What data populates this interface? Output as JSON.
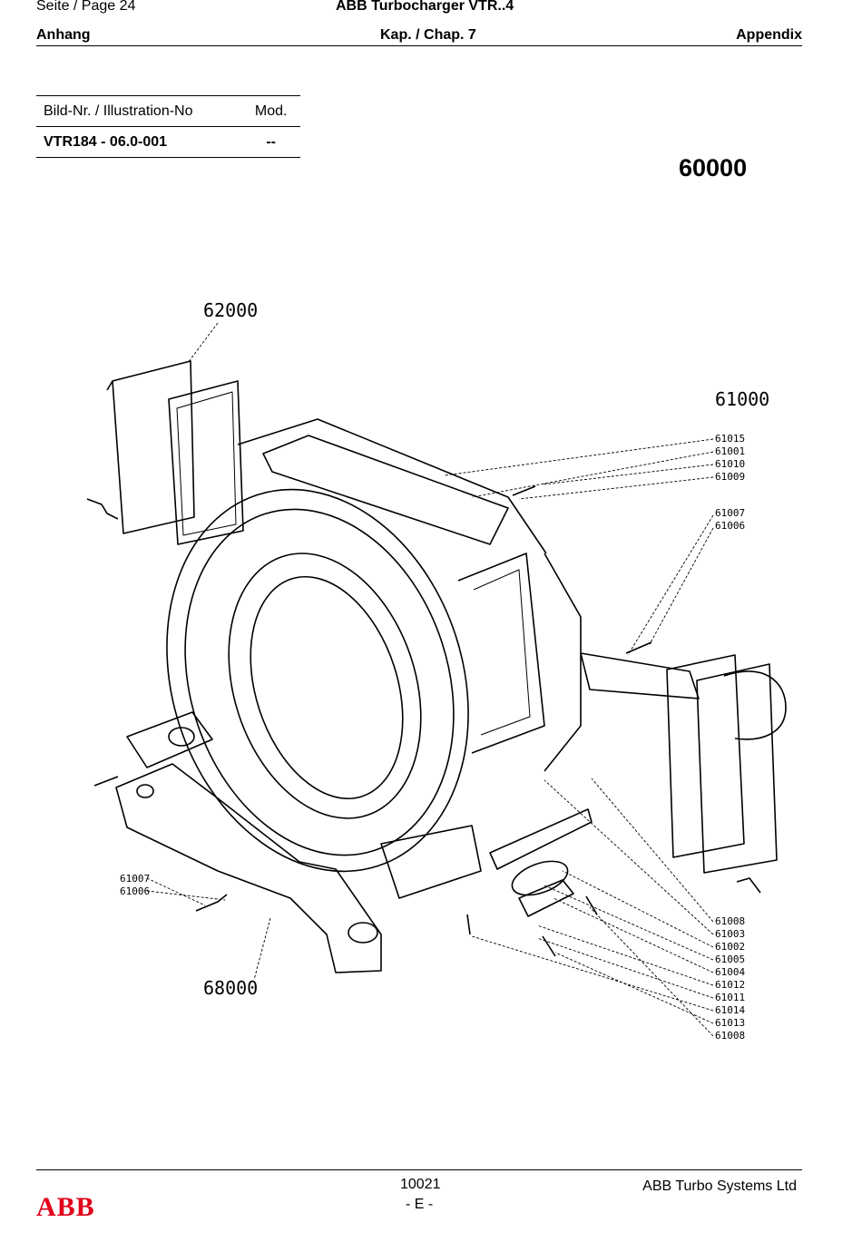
{
  "header": {
    "page_label": "Seite / Page  24",
    "doc_title": "ABB Turbocharger VTR..4",
    "left_sub": "Anhang",
    "center_sub": "Kap. / Chap. 7",
    "right_sub": "Appendix"
  },
  "illustration_table": {
    "col_illustration": "Bild-Nr. / Illustration-No",
    "col_mod": "Mod.",
    "illustration_no": "VTR184 - 06.0-001",
    "mod": "--"
  },
  "assembly_number": "60000",
  "drawing": {
    "assemblies": [
      "62000",
      "61000",
      "68000"
    ],
    "callouts_upper_right": [
      "61015",
      "61001",
      "61010",
      "61009"
    ],
    "callouts_mid_right": [
      "61007",
      "61006"
    ],
    "callouts_left": [
      "61007",
      "61006"
    ],
    "callouts_lower_right": [
      "61008",
      "61003",
      "61002",
      "61005",
      "61004",
      "61012",
      "61011",
      "61014",
      "61013",
      "61008"
    ]
  },
  "footer": {
    "doc_number": "10021",
    "edition": "- E -",
    "company": "ABB Turbo Systems Ltd",
    "logo_text": "ABB",
    "logo_color": "#e2001a"
  }
}
